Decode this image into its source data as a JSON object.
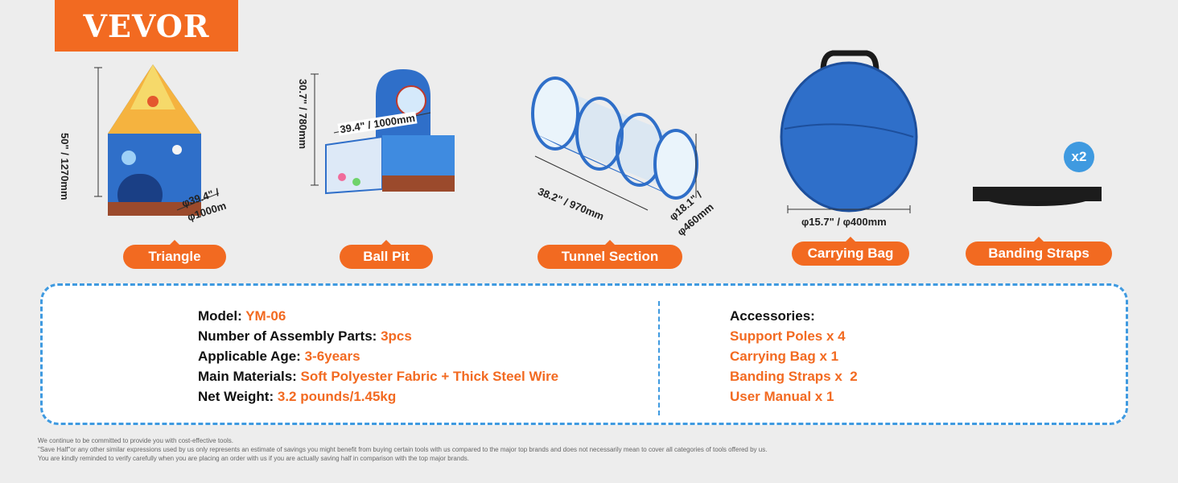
{
  "brand": {
    "logo": "VEVOR"
  },
  "products": [
    {
      "label": "Triangle",
      "dims": [
        "50\" / 1270mm",
        "φ39.4\" /",
        "φ1000m"
      ]
    },
    {
      "label": "Ball Pit",
      "dims": [
        "30.7\" / 780mm",
        "39.4\" / 1000mm"
      ]
    },
    {
      "label": "Tunnel Section",
      "dims": [
        "38.2\" / 970mm",
        "φ18.1\" /",
        "φ460mm"
      ]
    },
    {
      "label": "Carrying Bag",
      "dims": [
        "φ15.7\" / φ400mm"
      ]
    },
    {
      "label": "Banding Straps",
      "badge": "x2"
    }
  ],
  "specs": {
    "left": [
      {
        "key": "Model:",
        "value": "YM-06"
      },
      {
        "key": "Number of Assembly Parts:",
        "value": "3pcs"
      },
      {
        "key": "Applicable Age:",
        "value": "3-6years"
      },
      {
        "key": "Main Materials:",
        "value": "Soft Polyester Fabric + Thick Steel Wire"
      },
      {
        "key": "Net Weight:",
        "value": "3.2 pounds/1.45kg"
      }
    ],
    "accessories_title": "Accessories:",
    "accessories": [
      "Support Poles x 4",
      "Carrying Bag x 1",
      "Banding Straps x  2",
      "User Manual x 1"
    ]
  },
  "footnote": [
    "We continue to be committed to provide you with cost-effective tools.",
    "\"Save Half\"or any other similar expressions used by us only represents an estimate of savings you might benefit from buying certain tools with us compared to the major top brands and does not necessarily mean to cover all categories of tools offered by us.",
    "You are kindly reminded to verify carefully when you are placing an order with us if you are actually saving half in comparison with the top major brands."
  ],
  "colors": {
    "accent": "#f26a21",
    "frame": "#3f9ae0",
    "tent_blue": "#2f6fc9"
  }
}
